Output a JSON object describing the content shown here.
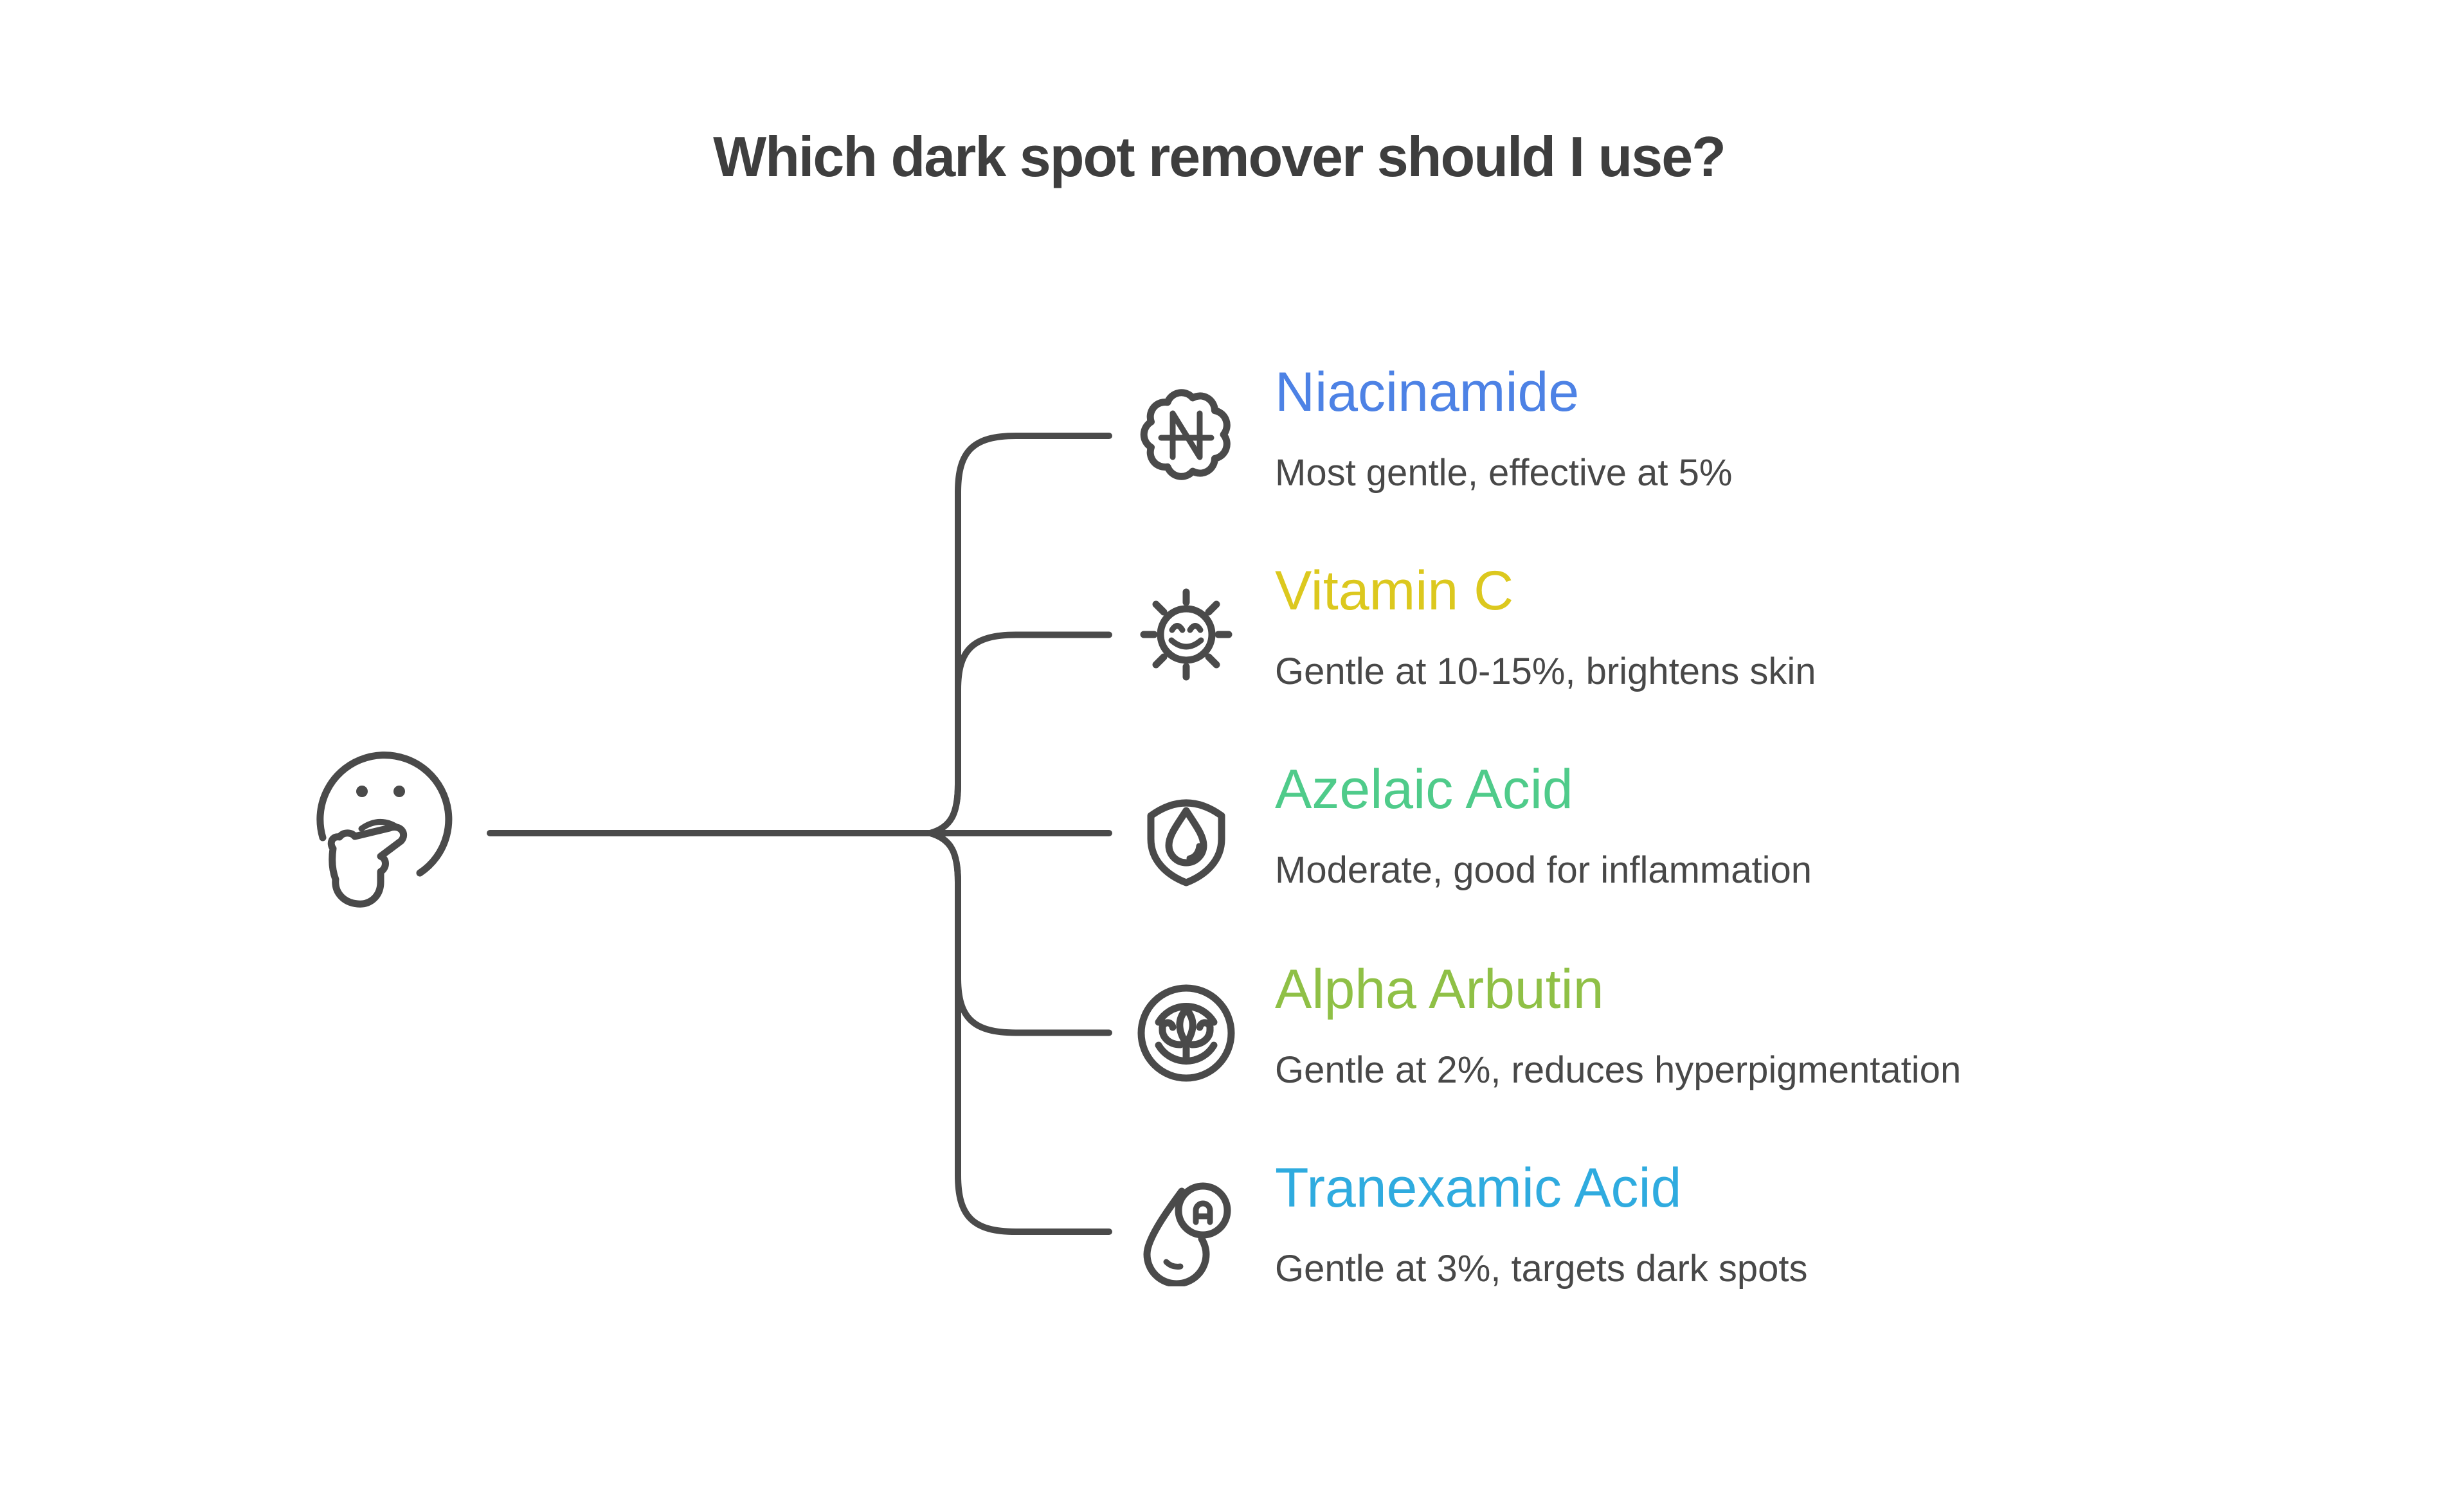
{
  "title": "Which dark spot remover should I use?",
  "root": {
    "icon": "thinking-face"
  },
  "colors": {
    "background": "#ffffff",
    "line": "#4a4a4a",
    "title_text": "#3e3e3e",
    "description_text": "#484848"
  },
  "nodes": [
    {
      "name": "Niacinamide",
      "description": "Most gentle, effective at 5%",
      "color": "#4d82e5",
      "icon": "niacinamide-badge-icon"
    },
    {
      "name": "Vitamin C",
      "description": "Gentle at 10-15%, brightens skin",
      "color": "#dcc81e",
      "icon": "sun-smile-icon"
    },
    {
      "name": "Azelaic Acid",
      "description": "Moderate, good for inflammation",
      "color": "#4fcb8a",
      "icon": "shield-droplet-icon"
    },
    {
      "name": "Alpha Arbutin",
      "description": "Gentle at 2%, reduces hyperpigmentation",
      "color": "#8fc046",
      "icon": "plant-circle-icon"
    },
    {
      "name": "Tranexamic Acid",
      "description": "Gentle at 3%, targets dark spots",
      "color": "#2fabdf",
      "icon": "droplet-a-icon"
    }
  ]
}
